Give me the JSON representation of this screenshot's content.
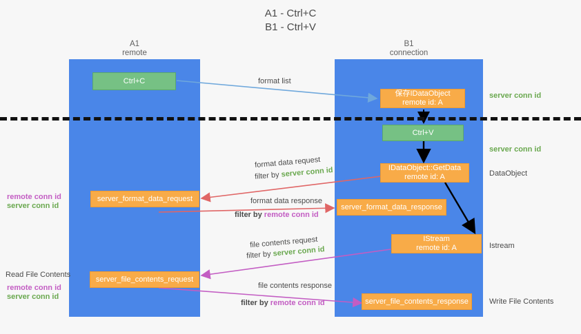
{
  "title": {
    "line1": "A1 - Ctrl+C",
    "line2": "B1 - Ctrl+V"
  },
  "lanes": [
    {
      "name": "A1",
      "sub": "remote"
    },
    {
      "name": "B1",
      "sub": "connection"
    }
  ],
  "boxes": {
    "ctrl_c": "Ctrl+C",
    "ctrl_v": "Ctrl+V",
    "idataobject_top_l1": "保存IDataObject",
    "idataobject_top_l2": "remote id: A",
    "getdata_l1": "IDataObject::GetData",
    "getdata_l2": "remote id: A",
    "istream_l1": "IStream",
    "istream_l2": "remote id: A",
    "fmt_req": "server_format_data_request",
    "fmt_resp": "server_format_data_response",
    "file_req": "server_file_contents_request",
    "file_resp": "server_file_contents_response"
  },
  "edge_labels": {
    "format_list": "format list",
    "fmt_data_request": "format data request",
    "fmt_data_response": "format data response",
    "file_contents_request": "file contents request",
    "file_contents_response": "file contents response",
    "filter_by": "filter by ",
    "server_conn_id": "server conn id",
    "remote_conn_id": "remote conn id"
  },
  "side_labels": {
    "server_conn_id": "server conn id",
    "remote_conn_id": "remote conn id",
    "dataobject": "DataObject",
    "istream": "Istream",
    "read_file_contents": "Read File Contents",
    "write_file_contents": "Write File Contents"
  },
  "colors": {
    "lane": "#4a86e8",
    "green_box": "#76c184",
    "orange_box": "#f8ab48",
    "server_conn_id": "#6aa84f",
    "remote_conn_id": "#c35dc3",
    "arrow_blue": "#6fa8dc",
    "arrow_red": "#e06666",
    "arrow_magenta": "#c35dc3",
    "arrow_black": "#000000"
  }
}
